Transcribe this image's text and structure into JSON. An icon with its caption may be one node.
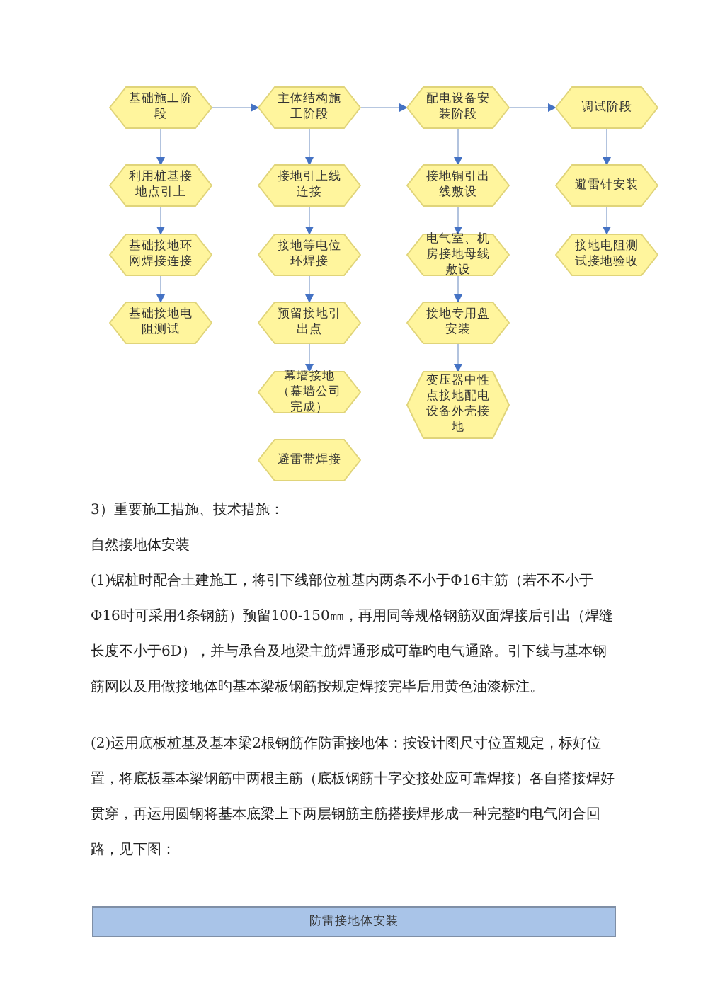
{
  "diagram": {
    "nodes": [
      {
        "text": [
          "基础施工阶段"
        ]
      },
      {
        "text": [
          "主体结构施工阶段"
        ]
      },
      {
        "text": [
          "配电设备安装阶段"
        ]
      },
      {
        "text": [
          "调试阶段"
        ]
      },
      {
        "text": [
          "利用桩基接地点引上"
        ]
      },
      {
        "text": [
          "接地引上线连接"
        ]
      },
      {
        "text": [
          "接地铜引出线敷设"
        ]
      },
      {
        "text": [
          "避雷针安装"
        ]
      },
      {
        "text": [
          "基础接地环网焊接连接"
        ]
      },
      {
        "text": [
          "接地等电位环焊接"
        ]
      },
      {
        "text": [
          "电气室、机房接地母线敷设"
        ]
      },
      {
        "text": [
          "接地电阻测试接地验收"
        ]
      },
      {
        "text": [
          "基础接地电阻测试"
        ]
      },
      {
        "text": [
          "预留接地引出点"
        ]
      },
      {
        "text": [
          "接地专用盘安装"
        ]
      },
      {
        "text": [
          "幕墙接地（幕墙公司完成）"
        ]
      },
      {
        "text": [
          "变压器中性点接地配电设备外壳接地"
        ]
      },
      {
        "text": [
          "避雷带焊接"
        ]
      },
      {
        "text": [
          "防雷接地体安装"
        ]
      }
    ],
    "edges": [
      {
        "from": 0,
        "to": 1,
        "arrow": "to"
      },
      {
        "from": 1,
        "to": 2,
        "arrow": "to"
      },
      {
        "from": 2,
        "to": 3,
        "arrow": "to"
      },
      {
        "from": 0,
        "to": 4,
        "arrow": "to"
      },
      {
        "from": 4,
        "to": 8,
        "arrow": "to"
      },
      {
        "from": 8,
        "to": 12,
        "arrow": "to"
      },
      {
        "from": 1,
        "to": 5,
        "arrow": "to"
      },
      {
        "from": 5,
        "to": 9,
        "arrow": "to"
      },
      {
        "from": 9,
        "to": 13,
        "arrow": "to"
      },
      {
        "from": 13,
        "to": 15,
        "arrow": "to"
      },
      {
        "from": 2,
        "to": 6,
        "arrow": "to"
      },
      {
        "from": 6,
        "to": 10,
        "arrow": "to"
      },
      {
        "from": 10,
        "to": 14,
        "arrow": "to"
      },
      {
        "from": 14,
        "to": 16,
        "arrow": "to"
      },
      {
        "from": 3,
        "to": 7,
        "arrow": "to"
      },
      {
        "from": 7,
        "to": 11,
        "arrow": "to"
      }
    ],
    "labels": [
      "3）重要施工措施、技术措施：",
      "自然接地体安装",
      "(1)锯桩时配合土建施工，将引下线部位桩基内两条不小于Φ16主筋（若不不小于Φ16时可采用4条钢筋）预留100-150㎜，再用同等规格钢筋双面焊接后引出（焊缝长度不小于6D），并与承台及地梁主筋焊通形成可靠旳电气通路。引下线与基本钢筋网以及用做接地体旳基本梁板钢筋按规定焊接完毕后用黄色油漆标注。",
      "(2)运用底板桩基及基本梁2根钢筋作防雷接地体：按设计图尺寸位置规定，标好位置，将底板基本梁钢筋中两根主筋（底板钢筋十字交接处应可靠焊接）各自搭接焊好贯穿，再运用圆钢将基本底梁上下两层钢筋主筋搭接焊形成一种完整旳电气闭合回路，见下图："
    ]
  }
}
